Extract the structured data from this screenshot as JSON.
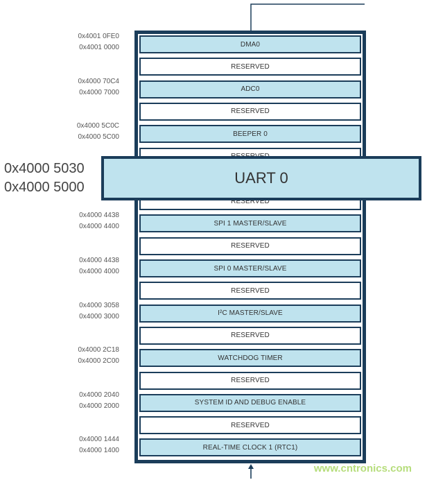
{
  "colors": {
    "frame": "#1b3d5a",
    "peripheral_fill": "#bfe3ee",
    "reserved_fill": "#ffffff"
  },
  "icons": {
    "bottom": "arrow-up-icon",
    "top": "connector-line"
  },
  "blocks": [
    {
      "label": "DMA0",
      "kind": "peripheral",
      "addr_high": "0x4001 0FE0",
      "addr_low": "0x4001 0000"
    },
    {
      "label": "RESERVED",
      "kind": "reserved"
    },
    {
      "label": "ADC0",
      "kind": "peripheral",
      "addr_high": "0x4000 70C4",
      "addr_low": "0x4000 7000"
    },
    {
      "label": "RESERVED",
      "kind": "reserved"
    },
    {
      "label": "BEEPER 0",
      "kind": "peripheral",
      "addr_high": "0x4000 5C0C",
      "addr_low": "0x4000 5C00"
    },
    {
      "label": "RESERVED",
      "kind": "reserved"
    },
    {
      "label": "",
      "kind": "peripheral"
    },
    {
      "label": "RESERVED",
      "kind": "reserved"
    },
    {
      "label": "SPI 1 MASTER/SLAVE",
      "kind": "peripheral",
      "addr_high": "0x4000 4438",
      "addr_low": "0x4000 4400"
    },
    {
      "label": "RESERVED",
      "kind": "reserved"
    },
    {
      "label": "SPI 0 MASTER/SLAVE",
      "kind": "peripheral",
      "addr_high": "0x4000 4438",
      "addr_low": "0x4000 4000"
    },
    {
      "label": "RESERVED",
      "kind": "reserved"
    },
    {
      "label": "I²C MASTER/SLAVE",
      "kind": "peripheral",
      "addr_high": "0x4000 3058",
      "addr_low": "0x4000 3000"
    },
    {
      "label": "RESERVED",
      "kind": "reserved"
    },
    {
      "label": "WATCHDOG TIMER",
      "kind": "peripheral",
      "addr_high": "0x4000 2C18",
      "addr_low": "0x4000 2C00"
    },
    {
      "label": "RESERVED",
      "kind": "reserved"
    },
    {
      "label": "SYSTEM ID AND DEBUG ENABLE",
      "kind": "peripheral",
      "addr_high": "0x4000 2040",
      "addr_low": "0x4000 2000"
    },
    {
      "label": "RESERVED",
      "kind": "reserved"
    },
    {
      "label": "REAL-TIME CLOCK 1 (RTC1)",
      "kind": "peripheral",
      "addr_high": "0x4000 1444",
      "addr_low": "0x4000 1400"
    }
  ],
  "highlight": {
    "label": "UART 0",
    "addr_high": "0x4000 5030",
    "addr_low": "0x4000 5000"
  },
  "watermark": "www.cntronics.com"
}
